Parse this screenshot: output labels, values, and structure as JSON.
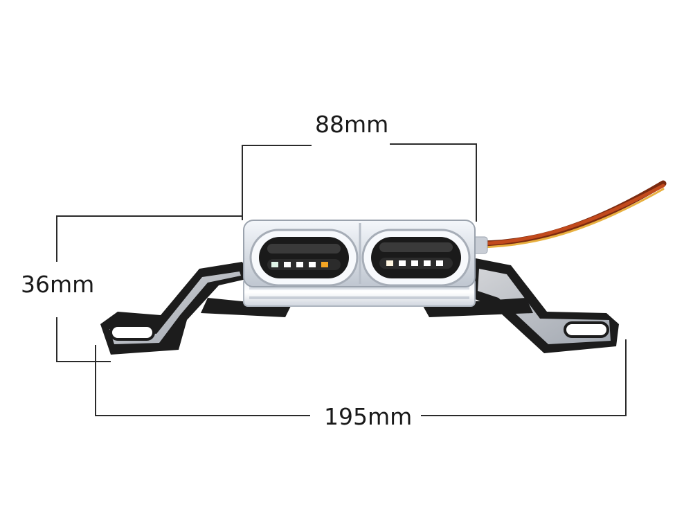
{
  "dimensions": {
    "width_top": "88mm",
    "height_left": "36mm",
    "width_bottom": "195mm"
  },
  "colors": {
    "bracket_fill": "#1c1c1c",
    "bracket_highlight": "#dfe3ea",
    "lens_frame": "#e6ebf2",
    "led_amber": "#f5a623",
    "led_white": "#fff6e0",
    "wire_red": "#b23a1a",
    "wire_yellow": "#e8b040",
    "dimension_line": "#2a2a2a"
  }
}
